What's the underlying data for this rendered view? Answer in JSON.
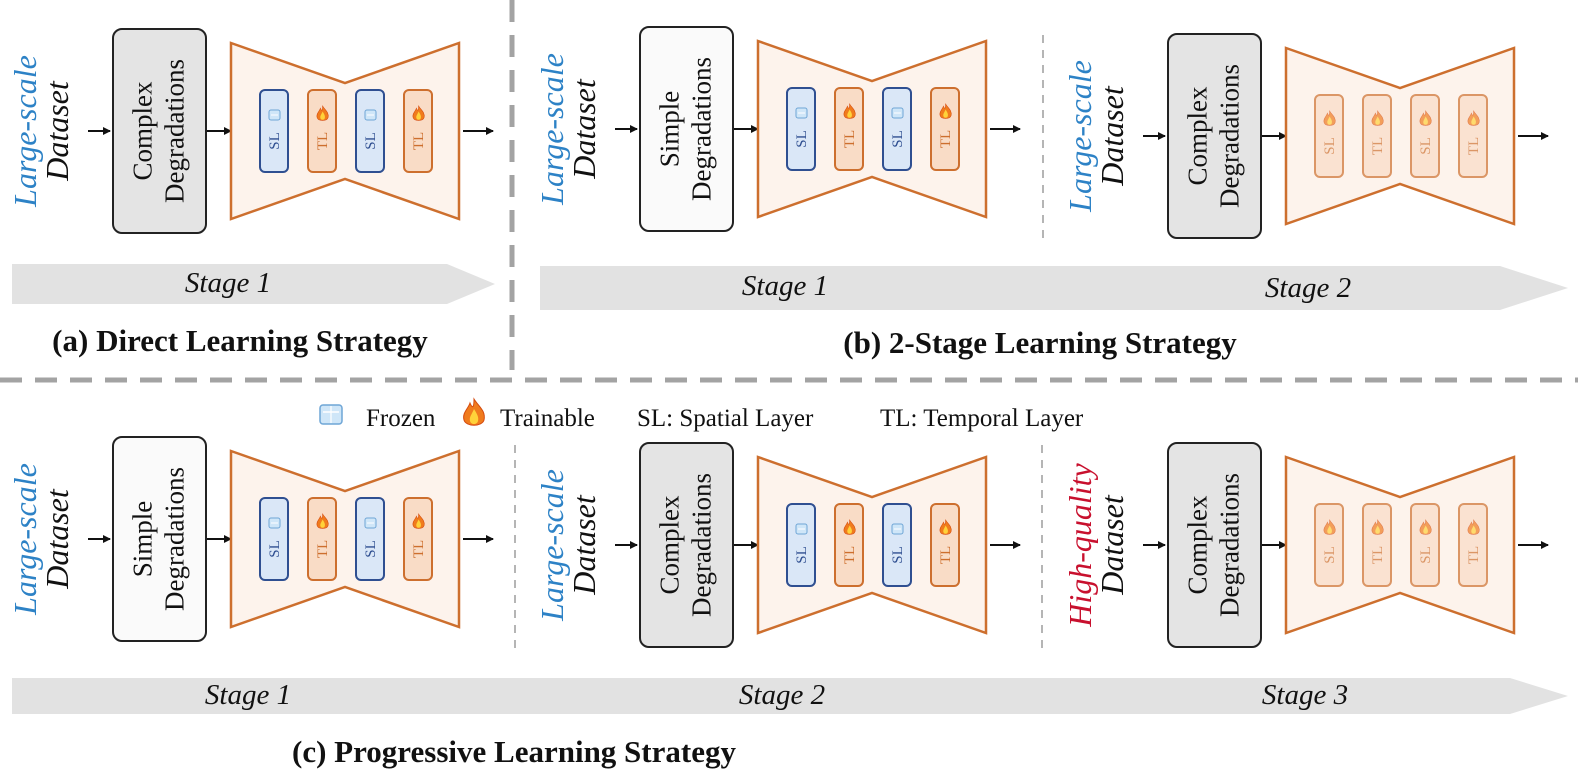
{
  "colors": {
    "large_scale": "#2d82c6",
    "high_quality": "#c8102e",
    "trapezoid_stroke": "#cd6f2e",
    "trapezoid_fill": "#fdf3ec",
    "sl_stroke": "#2f4f91",
    "sl_fill": "#dae7f7",
    "tl_stroke": "#cd6f2e",
    "tl_fill": "#f9dcc6",
    "complex_box_fill": "#e4e4e4",
    "simple_box_fill": "#fafafa",
    "stage_arrow_fill": "#e2e2e2",
    "divider": "#a3a3a3"
  },
  "icons": {
    "frozen": "ice-cube-icon",
    "trainable": "flame-icon"
  },
  "legend": {
    "frozen": "Frozen",
    "trainable": "Trainable",
    "sl": "SL:  Spatial Layer",
    "tl": "TL: Temporal Layer"
  },
  "layer_labels": {
    "sl": "SL",
    "tl": "TL"
  },
  "panels": {
    "a": {
      "caption": "(a) Direct Learning Strategy",
      "stages": [
        "Stage 1"
      ],
      "units": [
        {
          "dataset_adj": "Large-scale",
          "dataset_noun": "Dataset",
          "degradation": [
            "Complex",
            "Degradations"
          ],
          "degradation_kind": "complex",
          "layers": [
            {
              "type": "SL",
              "state": "frozen"
            },
            {
              "type": "TL",
              "state": "trainable"
            },
            {
              "type": "SL",
              "state": "frozen"
            },
            {
              "type": "TL",
              "state": "trainable"
            }
          ]
        }
      ]
    },
    "b": {
      "caption": "(b) 2-Stage Learning Strategy",
      "stages": [
        "Stage 1",
        "Stage 2"
      ],
      "units": [
        {
          "dataset_adj": "Large-scale",
          "dataset_noun": "Dataset",
          "degradation": [
            "Simple",
            "Degradations"
          ],
          "degradation_kind": "simple",
          "layers": [
            {
              "type": "SL",
              "state": "frozen"
            },
            {
              "type": "TL",
              "state": "trainable"
            },
            {
              "type": "SL",
              "state": "frozen"
            },
            {
              "type": "TL",
              "state": "trainable"
            }
          ]
        },
        {
          "dataset_adj": "Large-scale",
          "dataset_noun": "Dataset",
          "degradation": [
            "Complex",
            "Degradations"
          ],
          "degradation_kind": "complex",
          "layers": [
            {
              "type": "SL",
              "state": "trainable"
            },
            {
              "type": "TL",
              "state": "trainable"
            },
            {
              "type": "SL",
              "state": "trainable"
            },
            {
              "type": "TL",
              "state": "trainable"
            }
          ]
        }
      ]
    },
    "c": {
      "caption": "(c) Progressive Learning Strategy",
      "stages": [
        "Stage 1",
        "Stage 2",
        "Stage 3"
      ],
      "units": [
        {
          "dataset_adj": "Large-scale",
          "dataset_noun": "Dataset",
          "degradation": [
            "Simple",
            "Degradations"
          ],
          "degradation_kind": "simple",
          "layers": [
            {
              "type": "SL",
              "state": "frozen"
            },
            {
              "type": "TL",
              "state": "trainable"
            },
            {
              "type": "SL",
              "state": "frozen"
            },
            {
              "type": "TL",
              "state": "trainable"
            }
          ]
        },
        {
          "dataset_adj": "Large-scale",
          "dataset_noun": "Dataset",
          "degradation": [
            "Complex",
            "Degradations"
          ],
          "degradation_kind": "complex",
          "layers": [
            {
              "type": "SL",
              "state": "frozen"
            },
            {
              "type": "TL",
              "state": "trainable"
            },
            {
              "type": "SL",
              "state": "frozen"
            },
            {
              "type": "TL",
              "state": "trainable"
            }
          ]
        },
        {
          "dataset_adj": "High-quality",
          "dataset_noun": "Dataset",
          "degradation": [
            "Complex",
            "Degradations"
          ],
          "degradation_kind": "complex",
          "layers": [
            {
              "type": "SL",
              "state": "trainable"
            },
            {
              "type": "TL",
              "state": "trainable"
            },
            {
              "type": "SL",
              "state": "trainable"
            },
            {
              "type": "TL",
              "state": "trainable"
            }
          ]
        }
      ]
    }
  }
}
